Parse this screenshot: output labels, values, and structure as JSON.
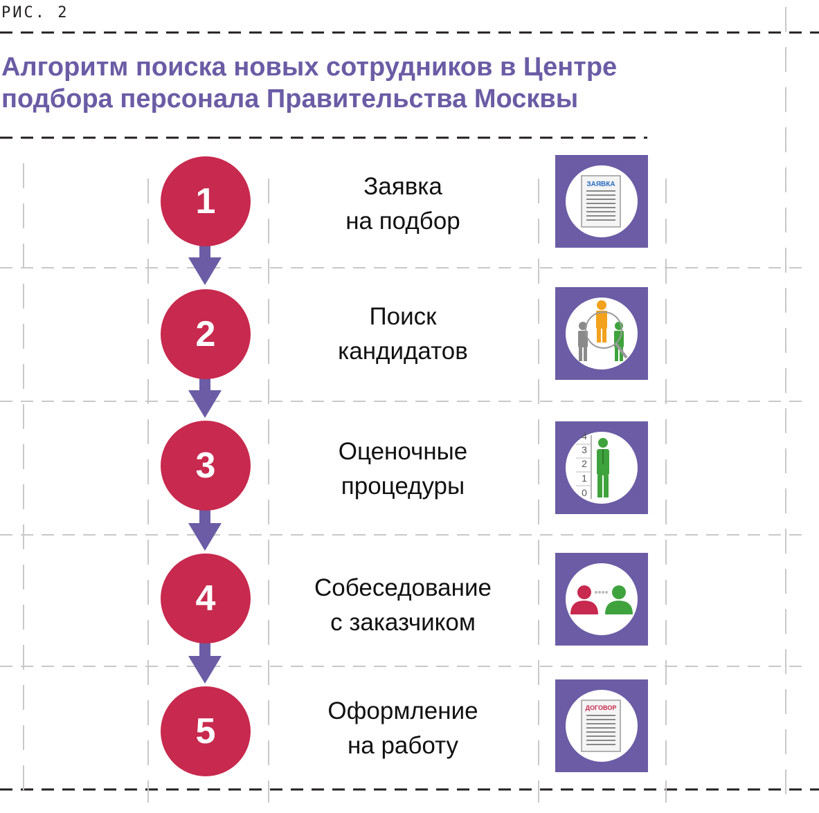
{
  "figure_label": "РИС. 2",
  "title_lines": [
    "Алгоритм поиска новых сотрудников в Центре",
    "подбора персонала Правительства Москвы"
  ],
  "steps": [
    {
      "number": "1",
      "label_lines": [
        "Заявка",
        "на подбор"
      ],
      "icon": "application-form-icon",
      "icon_text": "ЗАЯВКА"
    },
    {
      "number": "2",
      "label_lines": [
        "Поиск",
        "кандидатов"
      ],
      "icon": "candidate-search-icon"
    },
    {
      "number": "3",
      "label_lines": [
        "Оценочные",
        "процедуры"
      ],
      "icon": "assessment-scale-icon",
      "scale": [
        "4",
        "3",
        "2",
        "1",
        "0"
      ]
    },
    {
      "number": "4",
      "label_lines": [
        "Собеседование",
        "с заказчиком"
      ],
      "icon": "interview-icon"
    },
    {
      "number": "5",
      "label_lines": [
        "Оформление",
        "на работу"
      ],
      "icon": "contract-document-icon",
      "icon_text": "ДОГОВОР"
    }
  ],
  "colors": {
    "accent_purple": "#6b5ca5",
    "step_circle": "#c8294e",
    "guides": "#c8c8c8"
  }
}
